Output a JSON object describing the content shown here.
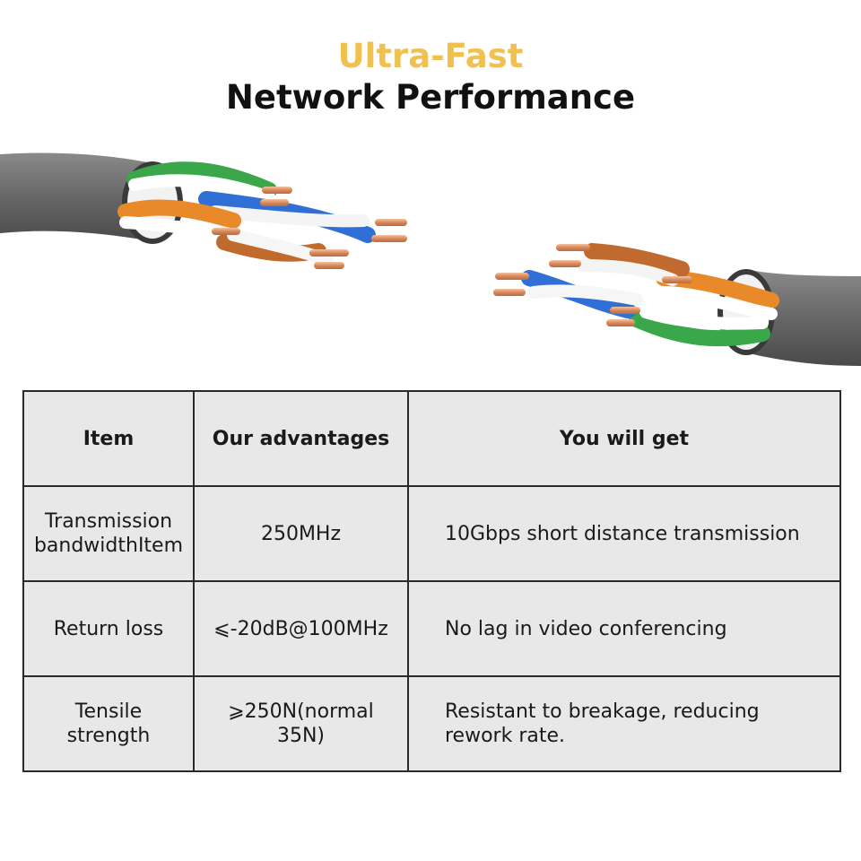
{
  "header": {
    "line1": "Ultra-Fast",
    "line2": "Network Performance",
    "accent_color": "#f0c050"
  },
  "illustration": {
    "subject": "two stripped twisted-pair network cables with copper conductor ends facing each other",
    "wire_colors": [
      "#3aa84a",
      "#2f6fd6",
      "#e88a2a",
      "#ffffff"
    ],
    "jacket_color": "#6e6e6e",
    "copper_color": "#d98a5e"
  },
  "table": {
    "headers": [
      "Item",
      "Our advantages",
      "You will get"
    ],
    "rows": [
      {
        "item": "Transmission bandwidthItem",
        "advantage": "250MHz",
        "benefit": "10Gbps short distance transmission"
      },
      {
        "item": "Return loss",
        "advantage": "⩽-20dB@100MHz",
        "benefit": "No lag in video conferencing"
      },
      {
        "item": "Tensile strength",
        "advantage": "⩾250N(normal 35N)",
        "benefit": "Resistant to breakage, reducing rework rate."
      }
    ],
    "cell_background": "#e8e8e8",
    "border_color": "#2a2a2a"
  }
}
